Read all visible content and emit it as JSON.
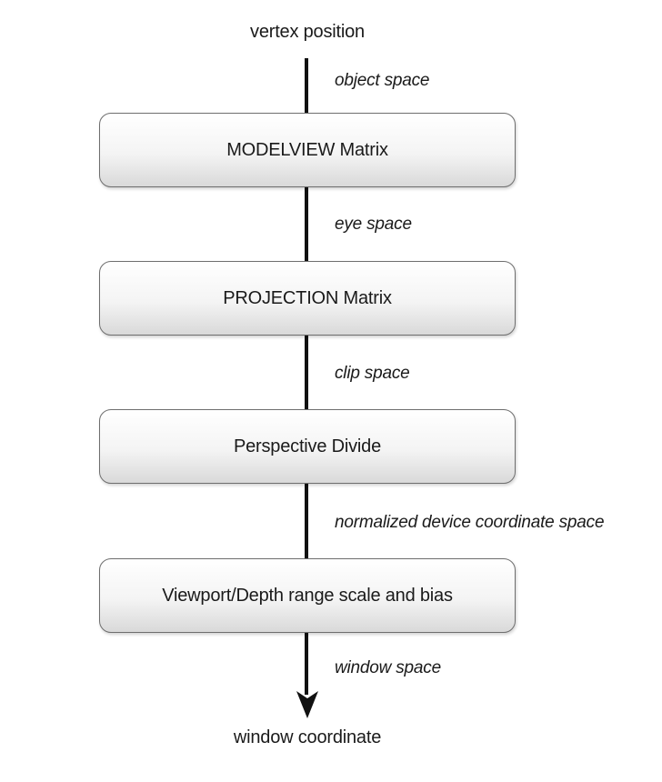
{
  "diagram": {
    "input_label": "vertex position",
    "output_label": "window coordinate",
    "stages": [
      {
        "label": "MODELVIEW Matrix"
      },
      {
        "label": "PROJECTION Matrix"
      },
      {
        "label": "Perspective Divide"
      },
      {
        "label": "Viewport/Depth range scale and bias"
      }
    ],
    "spaces": [
      {
        "label": "object space"
      },
      {
        "label": "eye space"
      },
      {
        "label": "clip space"
      },
      {
        "label": "normalized device coordinate space"
      },
      {
        "label": "window space"
      }
    ],
    "colors": {
      "line": "#111111",
      "box_border": "#6e6e6e",
      "box_gradient_top": "#ffffff",
      "box_gradient_bottom": "#d9d9d9"
    }
  }
}
